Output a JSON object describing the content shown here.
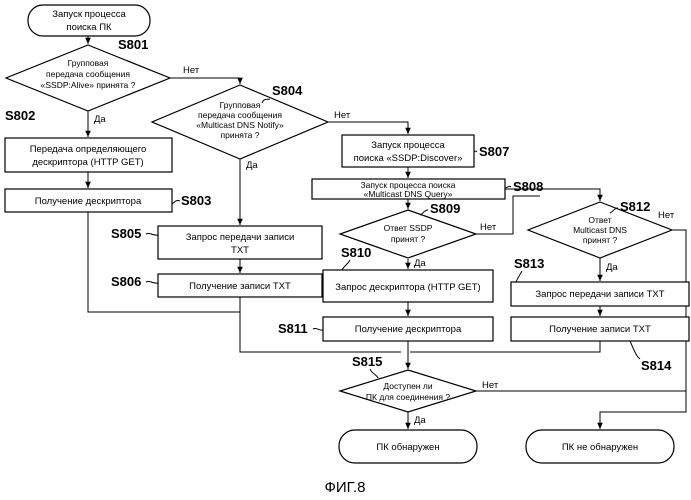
{
  "nodes": {
    "start": [
      "Запуск процесса",
      "поиска ПК"
    ],
    "d801": [
      "Групповая",
      "передача сообщения",
      "«SSDP:Alive» принята ?"
    ],
    "b802": [
      "Передача определяющего",
      "дескриптора (HTTP GET)"
    ],
    "b803": [
      "Получение дескриптора"
    ],
    "d804": [
      "Групповая",
      "передача сообщения",
      "«Multicast DNS Notify»",
      "принята ?"
    ],
    "b805": [
      "Запрос передачи записи",
      "TXT"
    ],
    "b806": [
      "Получение записи TXT"
    ],
    "b807": [
      "Запуск процесса",
      "поиска «SSDP:Discover»"
    ],
    "b808": [
      "Запуск процесса поиска",
      "«Multicast DNS Query»"
    ],
    "d809": [
      "Ответ SSDP",
      "принят ?"
    ],
    "b810": [
      "Запрос дескриптора (HTTP GET)"
    ],
    "b811": [
      "Получение дескриптора"
    ],
    "d812": [
      "Ответ",
      "Multicast DNS",
      "принят ?"
    ],
    "b813": [
      "Запрос передачи записи TXT"
    ],
    "b814": [
      "Получение записи TXT"
    ],
    "d815": [
      "Доступен ли",
      "ПК для соединения ?"
    ],
    "found": [
      "ПК обнаружен"
    ],
    "notfound": [
      "ПК не обнаружен"
    ]
  },
  "steps": {
    "s801": "S801",
    "s802": "S802",
    "s803": "S803",
    "s804": "S804",
    "s805": "S805",
    "s806": "S806",
    "s807": "S807",
    "s808": "S808",
    "s809": "S809",
    "s810": "S810",
    "s811": "S811",
    "s812": "S812",
    "s813": "S813",
    "s814": "S814",
    "s815": "S815"
  },
  "labels": {
    "yes": "Да",
    "no": "Нет"
  },
  "caption": "ФИГ.8"
}
